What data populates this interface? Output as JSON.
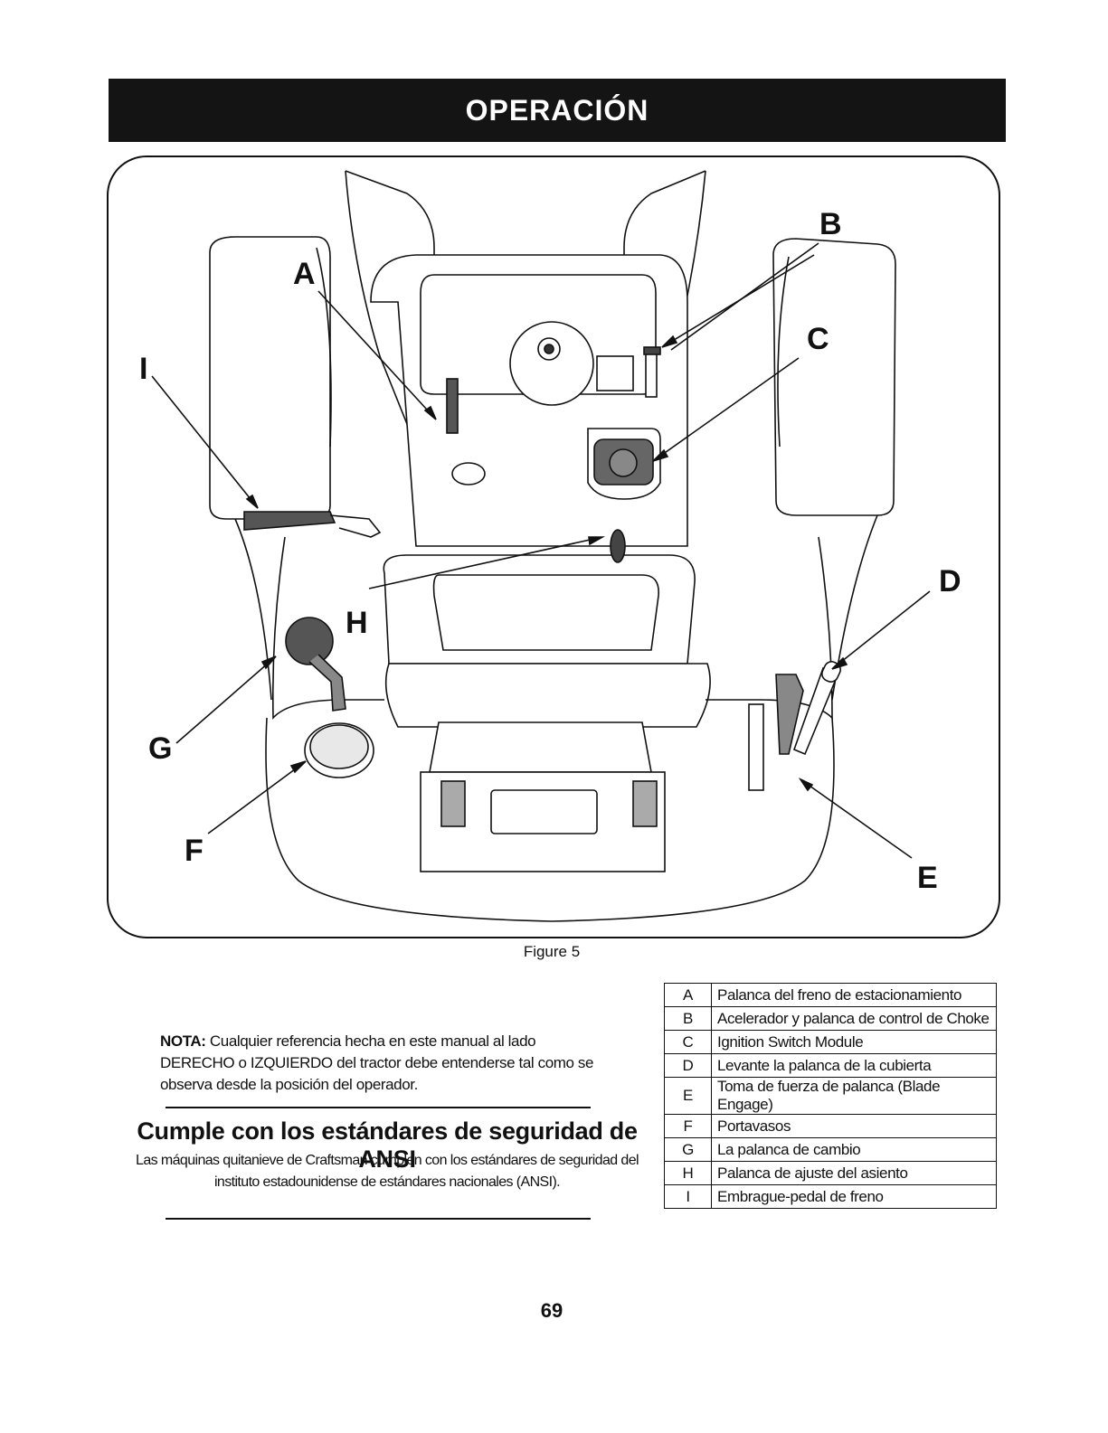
{
  "header": {
    "title": "OPERACIÓN"
  },
  "figure": {
    "caption": "Figure 5",
    "callouts": [
      "A",
      "B",
      "C",
      "D",
      "E",
      "F",
      "G",
      "H",
      "I"
    ]
  },
  "note": {
    "label": "NOTA:",
    "text": " Cualquier referencia hecha en este manual al lado DERECHO o IZQUIERDO del tractor debe entenderse tal como se observa desde la posición del operador."
  },
  "ansi": {
    "title": "Cumple con los estándares de seguridad de ANSI",
    "body": "Las máquinas quitanieve de Craftsman cumplen con los estándares de seguridad del instituto estadounidense de estándares nacionales (ANSI)."
  },
  "legend": [
    {
      "key": "A",
      "label": "Palanca del freno de estacionamiento"
    },
    {
      "key": "B",
      "label": "Acelerador y palanca de control de Choke"
    },
    {
      "key": "C",
      "label": "Ignition Switch Module"
    },
    {
      "key": "D",
      "label": "Levante la palanca de la cubierta"
    },
    {
      "key": "E",
      "label": "Toma de fuerza de palanca (Blade Engage)"
    },
    {
      "key": "F",
      "label": "Portavasos"
    },
    {
      "key": "G",
      "label": "La palanca de cambio"
    },
    {
      "key": "H",
      "label": "Palanca de ajuste del asiento"
    },
    {
      "key": "I",
      "label": "Embrague-pedal de freno"
    }
  ],
  "page_number": "69"
}
